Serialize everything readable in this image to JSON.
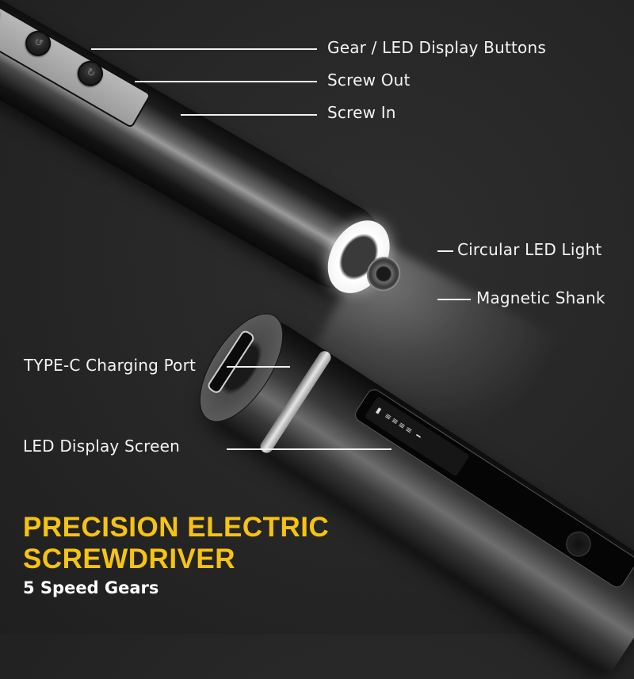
{
  "headline": {
    "line1": "PRECISION ELECTRIC",
    "line2": "SCREWDRIVER",
    "subtitle": "5 Speed Gears",
    "accent_color": "#f6c313"
  },
  "callouts": [
    {
      "id": "gear-led-buttons",
      "label": "Gear / LED Display Buttons"
    },
    {
      "id": "screw-out",
      "label": "Screw Out"
    },
    {
      "id": "screw-in",
      "label": "Screw In"
    },
    {
      "id": "circular-led-light",
      "label": "Circular LED Light"
    },
    {
      "id": "magnetic-shank",
      "label": "Magnetic Shank"
    },
    {
      "id": "type-c-port",
      "label": "TYPE-C Charging Port"
    },
    {
      "id": "led-display-screen",
      "label": "LED Display Screen"
    }
  ],
  "product": {
    "button_icons": [
      "gear-button",
      "screw-out-arrow",
      "screw-in-arrow"
    ],
    "oled_glyphs": "▮ ≡≡≡≡ ━"
  },
  "colors": {
    "background": "#262626",
    "label_text": "#f4f4f4",
    "accent": "#f6c313"
  }
}
